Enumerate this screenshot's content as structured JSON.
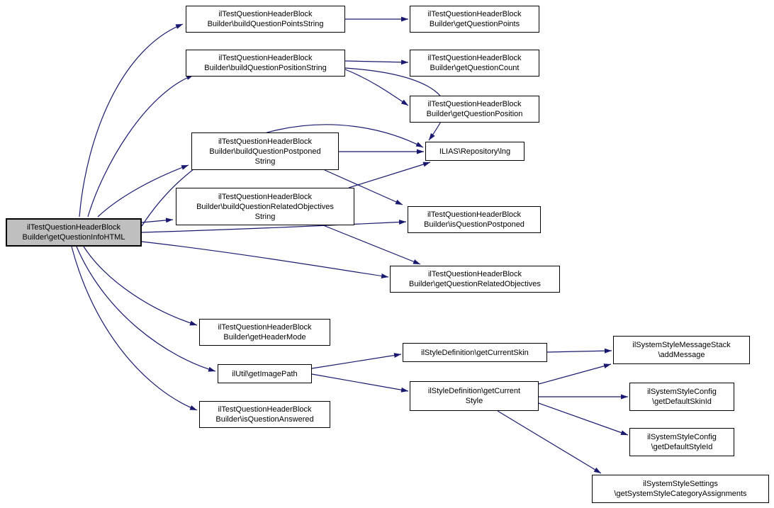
{
  "diagram": {
    "type": "call-graph",
    "edge_color": "#191970",
    "node_fill": "#ffffff",
    "root_fill": "#bfbfbf",
    "border_color": "#000000",
    "nodes": {
      "getQuestionInfoHTML": {
        "label": "ilTestQuestionHeaderBlock\nBuilder\\getQuestionInfoHTML",
        "is_root": true
      },
      "buildQuestionPointsString": {
        "label": "ilTestQuestionHeaderBlock\nBuilder\\buildQuestionPointsString"
      },
      "buildQuestionPositionString": {
        "label": "ilTestQuestionHeaderBlock\nBuilder\\buildQuestionPositionString"
      },
      "buildQuestionPostponedString": {
        "label": "ilTestQuestionHeaderBlock\nBuilder\\buildQuestionPostponed\nString"
      },
      "buildQuestionRelatedObjectivesString": {
        "label": "ilTestQuestionHeaderBlock\nBuilder\\buildQuestionRelatedObjectives\nString"
      },
      "getHeaderMode": {
        "label": "ilTestQuestionHeaderBlock\nBuilder\\getHeaderMode"
      },
      "getImagePath": {
        "label": "ilUtil\\getImagePath"
      },
      "isQuestionAnswered": {
        "label": "ilTestQuestionHeaderBlock\nBuilder\\isQuestionAnswered"
      },
      "getQuestionPoints": {
        "label": "ilTestQuestionHeaderBlock\nBuilder\\getQuestionPoints"
      },
      "getQuestionCount": {
        "label": "ilTestQuestionHeaderBlock\nBuilder\\getQuestionCount"
      },
      "getQuestionPosition": {
        "label": "ilTestQuestionHeaderBlock\nBuilder\\getQuestionPosition"
      },
      "lng": {
        "label": "ILIAS\\Repository\\lng"
      },
      "isQuestionPostponed": {
        "label": "ilTestQuestionHeaderBlock\nBuilder\\isQuestionPostponed"
      },
      "getQuestionRelatedObjectives": {
        "label": "ilTestQuestionHeaderBlock\nBuilder\\getQuestionRelatedObjectives"
      },
      "getCurrentSkin": {
        "label": "ilStyleDefinition\\getCurrentSkin"
      },
      "getCurrentStyle": {
        "label": "ilStyleDefinition\\getCurrent\nStyle"
      },
      "addMessage": {
        "label": "ilSystemStyleMessageStack\n\\addMessage"
      },
      "getDefaultSkinId": {
        "label": "ilSystemStyleConfig\n\\getDefaultSkinId"
      },
      "getDefaultStyleId": {
        "label": "ilSystemStyleConfig\n\\getDefaultStyleId"
      },
      "getSystemStyleCategoryAssignments": {
        "label": "ilSystemStyleSettings\n\\getSystemStyleCategoryAssignments"
      }
    },
    "edges": [
      [
        "getQuestionInfoHTML",
        "buildQuestionPointsString"
      ],
      [
        "getQuestionInfoHTML",
        "buildQuestionPositionString"
      ],
      [
        "getQuestionInfoHTML",
        "buildQuestionPostponedString"
      ],
      [
        "getQuestionInfoHTML",
        "buildQuestionRelatedObjectivesString"
      ],
      [
        "getQuestionInfoHTML",
        "lng"
      ],
      [
        "getQuestionInfoHTML",
        "isQuestionPostponed"
      ],
      [
        "getQuestionInfoHTML",
        "getQuestionRelatedObjectives"
      ],
      [
        "getQuestionInfoHTML",
        "getHeaderMode"
      ],
      [
        "getQuestionInfoHTML",
        "getImagePath"
      ],
      [
        "getQuestionInfoHTML",
        "isQuestionAnswered"
      ],
      [
        "buildQuestionPointsString",
        "getQuestionPoints"
      ],
      [
        "buildQuestionPositionString",
        "getQuestionCount"
      ],
      [
        "buildQuestionPositionString",
        "getQuestionPosition"
      ],
      [
        "buildQuestionPositionString",
        "lng"
      ],
      [
        "buildQuestionPostponedString",
        "lng"
      ],
      [
        "buildQuestionPostponedString",
        "isQuestionPostponed"
      ],
      [
        "buildQuestionRelatedObjectivesString",
        "lng"
      ],
      [
        "buildQuestionRelatedObjectivesString",
        "getQuestionRelatedObjectives"
      ],
      [
        "getImagePath",
        "getCurrentSkin"
      ],
      [
        "getImagePath",
        "getCurrentStyle"
      ],
      [
        "getCurrentSkin",
        "addMessage"
      ],
      [
        "getCurrentStyle",
        "addMessage"
      ],
      [
        "getCurrentStyle",
        "getDefaultSkinId"
      ],
      [
        "getCurrentStyle",
        "getDefaultStyleId"
      ],
      [
        "getCurrentStyle",
        "getSystemStyleCategoryAssignments"
      ]
    ]
  }
}
